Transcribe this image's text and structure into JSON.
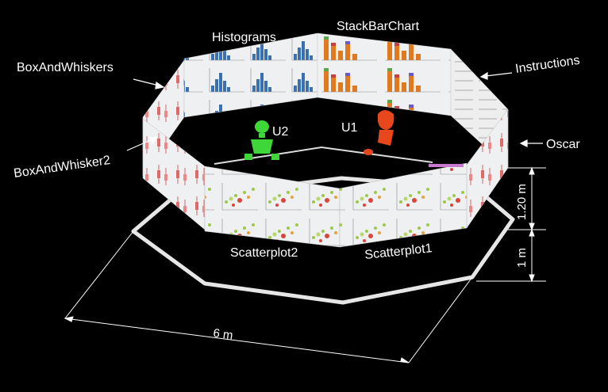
{
  "labels": {
    "histograms": "Histograms",
    "stackbarchart": "StackBarChart",
    "boxandwhiskers": "BoxAndWhiskers",
    "instructions": "Instructions",
    "boxandwhisker2": "BoxAndWhisker2",
    "oscar": "Oscar",
    "scatterplot2": "Scatterplot2",
    "scatterplot1": "Scatterplot1"
  },
  "users": {
    "u1": {
      "label": "U1",
      "color": "#e8461c"
    },
    "u2": {
      "label": "U2",
      "color": "#3fd63a"
    }
  },
  "dimensions": {
    "diameter": "6 m",
    "panel_height": "1.20 m",
    "floor_gap": "1 m"
  },
  "colors": {
    "background": "#000000",
    "panel": "#e9e9e9",
    "floor_outline": "#e6e6e6",
    "histogram_bar": "#3a6fb0",
    "stackbar_orange": "#e07a1f",
    "scatter_green": "#9ec84a",
    "scatter_red": "#d9463a"
  }
}
